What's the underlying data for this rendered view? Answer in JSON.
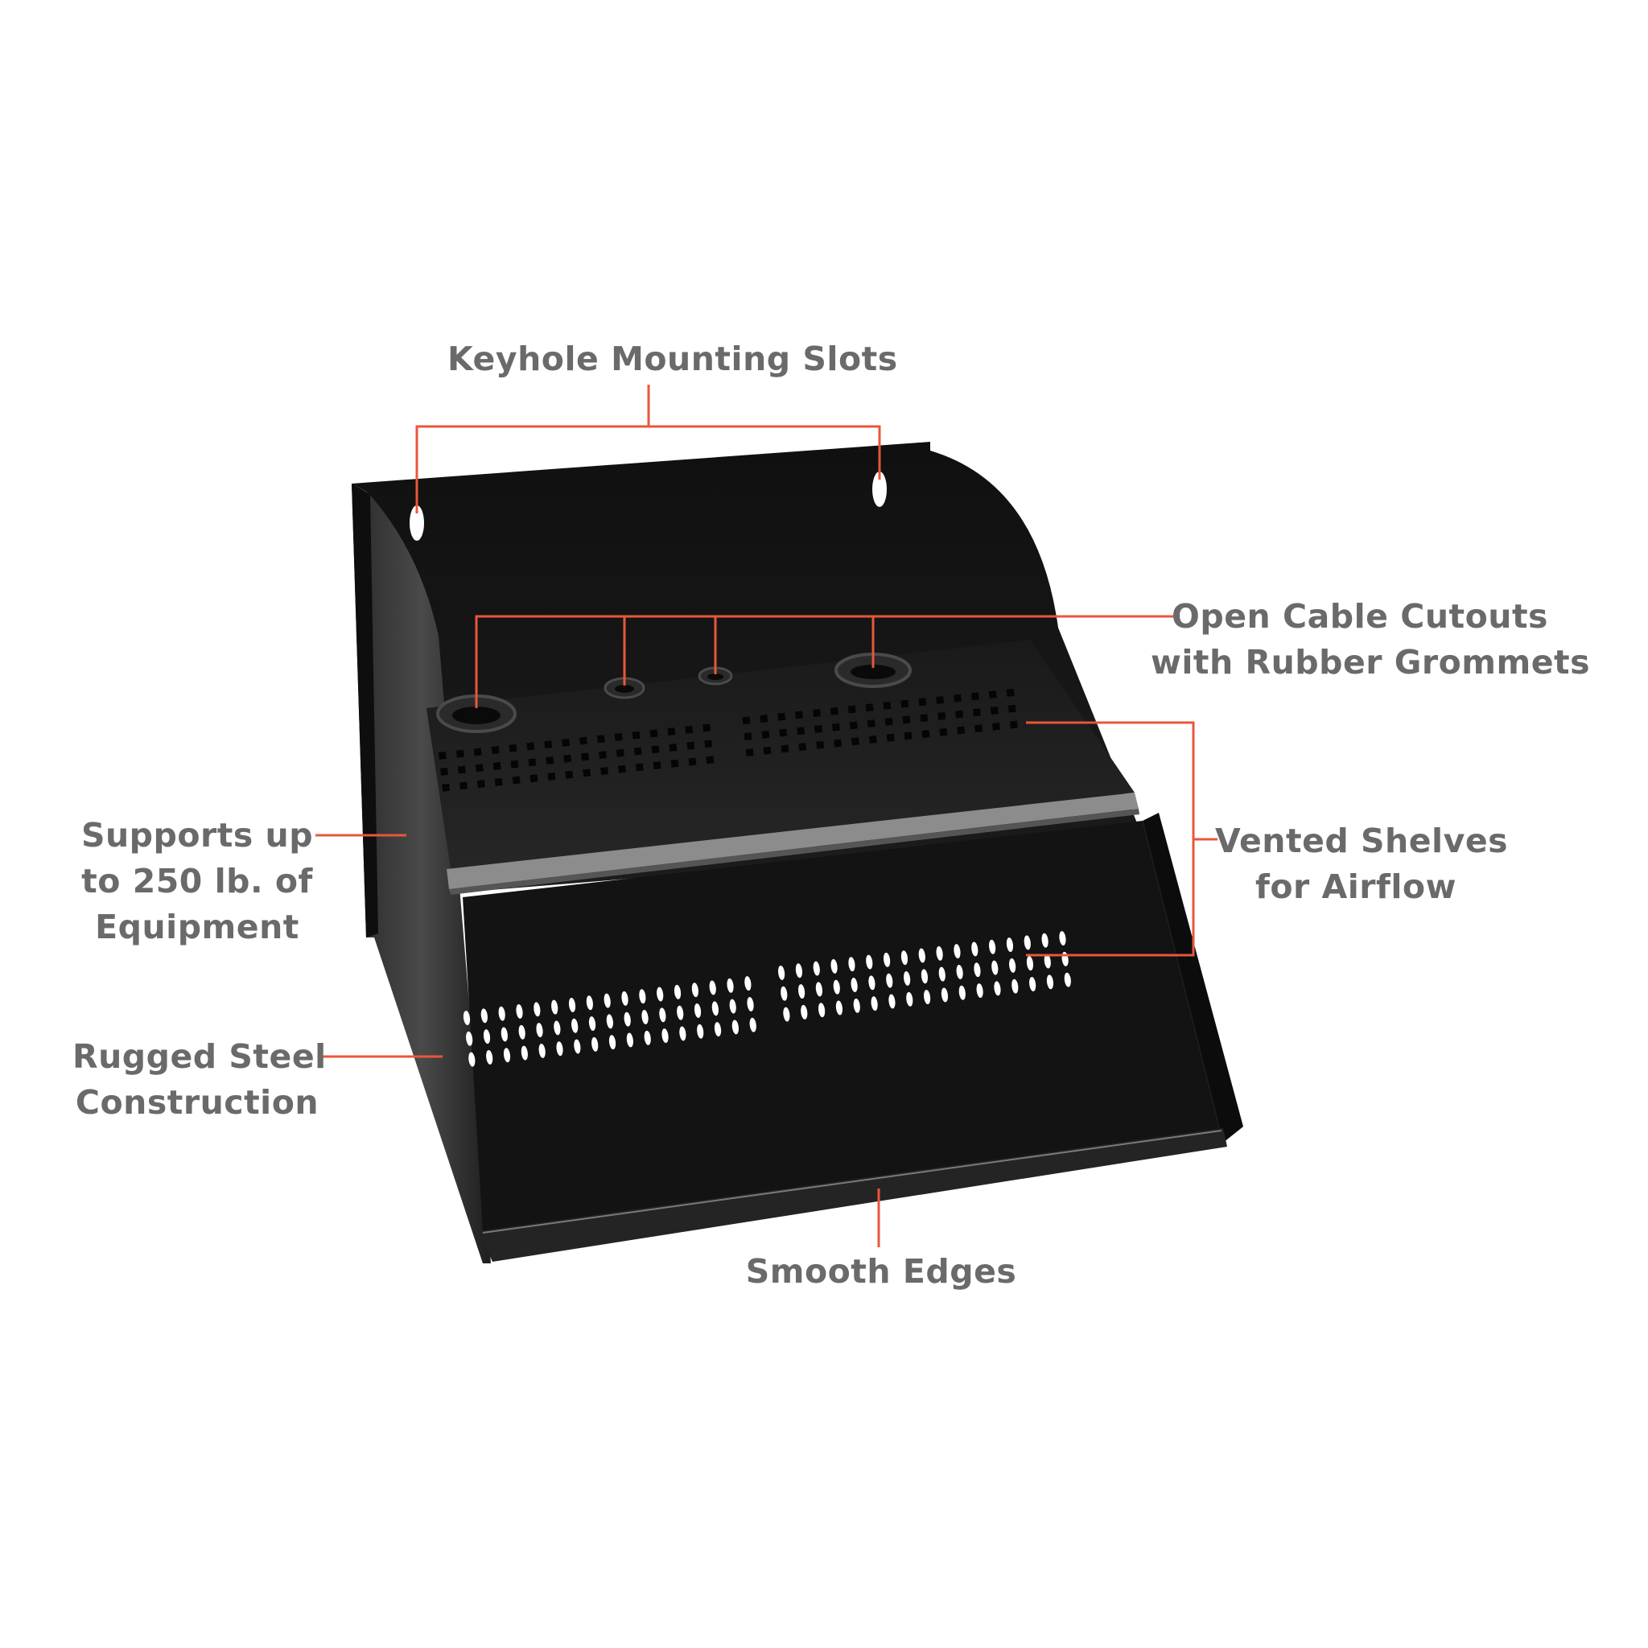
{
  "colors": {
    "background": "#ffffff",
    "callout_line": "#e8573a",
    "label_text": "#6a6a6a",
    "shelf_dark": "#141414",
    "shelf_side": "#3a3a3a",
    "shelf_edge": "#8a8a8a"
  },
  "callouts": {
    "keyhole": {
      "label": "Keyhole Mounting Slots"
    },
    "cable": {
      "line1": "Open Cable Cutouts",
      "line2": "with Rubber Grommets"
    },
    "vented": {
      "line1": "Vented Shelves",
      "line2": "for Airflow"
    },
    "supports": {
      "line1": "Supports up",
      "line2": "to 250 lb. of",
      "line3": "Equipment"
    },
    "rugged": {
      "line1": "Rugged Steel",
      "line2": "Construction"
    },
    "smooth": {
      "label": "Smooth Edges"
    }
  },
  "product": {
    "name": "wall-mount-shelf",
    "keyhole_slots": 2,
    "grommets": 4,
    "shelves": 2
  }
}
